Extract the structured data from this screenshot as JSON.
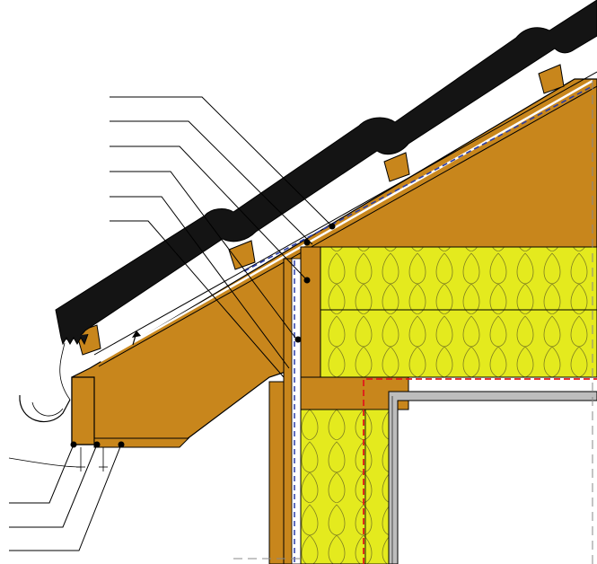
{
  "diagram": {
    "type": "roof-eave-construction-section",
    "text_labels": [],
    "callout_leaders": {
      "left_top_count": 6,
      "left_bottom_count": 3
    },
    "colors": {
      "timber": "#c8861c",
      "timber_dark": "#a86c10",
      "roof_tile": "#141414",
      "insulation": "#e4ea1e",
      "insulation_line": "#8a8a2a",
      "membrane_blue": "#2a3da8",
      "vapour_barrier_red": "#e01a1a",
      "gypsum_board": "#bdbdbd",
      "outline": "#000000"
    }
  }
}
